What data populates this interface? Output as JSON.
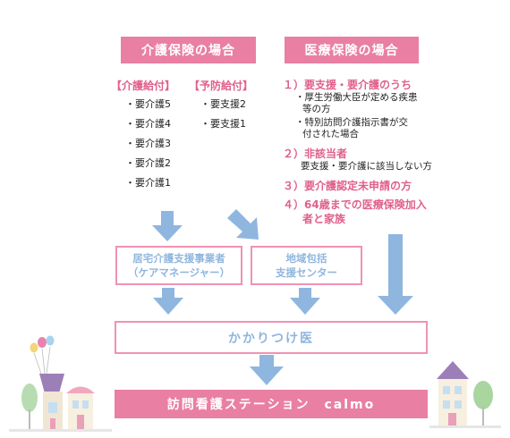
{
  "care_insurance": {
    "title": "介護保険の場合",
    "benefit_label": "【介護給付】",
    "prevention_label": "【予防給付】",
    "benefit_items": [
      "・要介護5",
      "・要介護4",
      "・要介護3",
      "・要介護2",
      "・要介護1"
    ],
    "prevention_items": [
      "・要支援2",
      "・要支援1"
    ]
  },
  "medical_insurance": {
    "title": "医療保険の場合",
    "item1_title": "１）要支援・要介護のうち",
    "item1_sub1_line1": "・厚生労働大臣が定める疾患",
    "item1_sub1_line2": "等の方",
    "item1_sub2_line1": "・特別訪問介護指示書が交",
    "item1_sub2_line2": "付された場合",
    "item2_title": "２）非該当者",
    "item2_sub": "要支援・要介護に該当しない方",
    "item3_title": "３）要介護認定未申請の方",
    "item4_line1": "４）64歳までの医療保険加入",
    "item4_line2": "者と家族"
  },
  "boxes": {
    "care_manager_line1": "居宅介護支援事業者",
    "care_manager_line2": "（ケアマネージャー）",
    "community_line1": "地域包括",
    "community_line2": "支援センター",
    "family_doctor": "かかりつけ医",
    "station": "訪問看護ステーション　calmo"
  },
  "colors": {
    "pink": "#e97fa3",
    "arrow_blue": "#8fb6de",
    "box_text_blue": "#8fb6de",
    "border_pink": "#ee93b3"
  }
}
